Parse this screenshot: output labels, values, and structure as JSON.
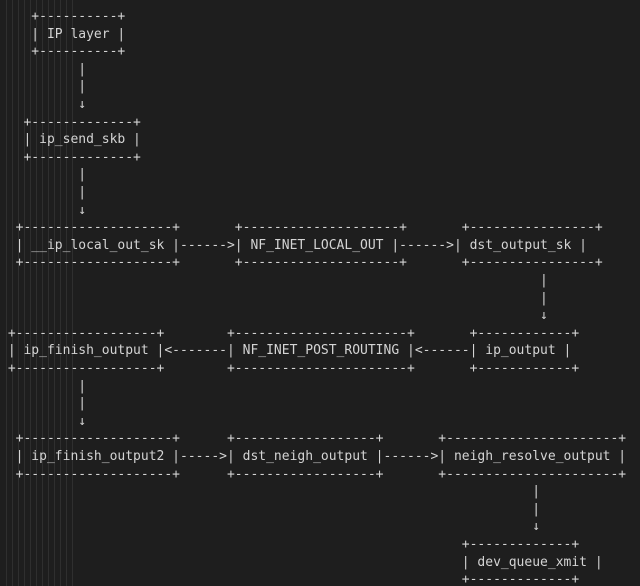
{
  "code_block": {
    "lines": [
      "    +----------+",
      "    | IP layer |",
      "    +----------+",
      "          |",
      "          |",
      "          ↓",
      "   +-------------+",
      "   | ip_send_skb |",
      "   +-------------+",
      "          |",
      "          |",
      "          ↓",
      "  +-------------------+       +--------------------+       +----------------+",
      "  | __ip_local_out_sk |------>| NF_INET_LOCAL_OUT |------>| dst_output_sk |",
      "  +-------------------+       +--------------------+       +----------------+",
      "                                                                     |",
      "                                                                     |",
      "                                                                     ↓",
      " +------------------+        +----------------------+       +------------+",
      " | ip_finish_output |<-------| NF_INET_POST_ROUTING |<------| ip_output |",
      " +------------------+        +----------------------+       +------------+",
      "          |",
      "          |",
      "          ↓",
      "  +-------------------+      +------------------+       +----------------------+",
      "  | ip_finish_output2 |----->| dst_neigh_output |------>| neigh_resolve_output |",
      "  +-------------------+      +------------------+       +----------------------+",
      "                                                                    |",
      "                                                                    |",
      "                                                                    ↓",
      "                                                           +-------------+",
      "                                                           | dev_queue_xmit |",
      "                                                           +-------------+"
    ]
  }
}
